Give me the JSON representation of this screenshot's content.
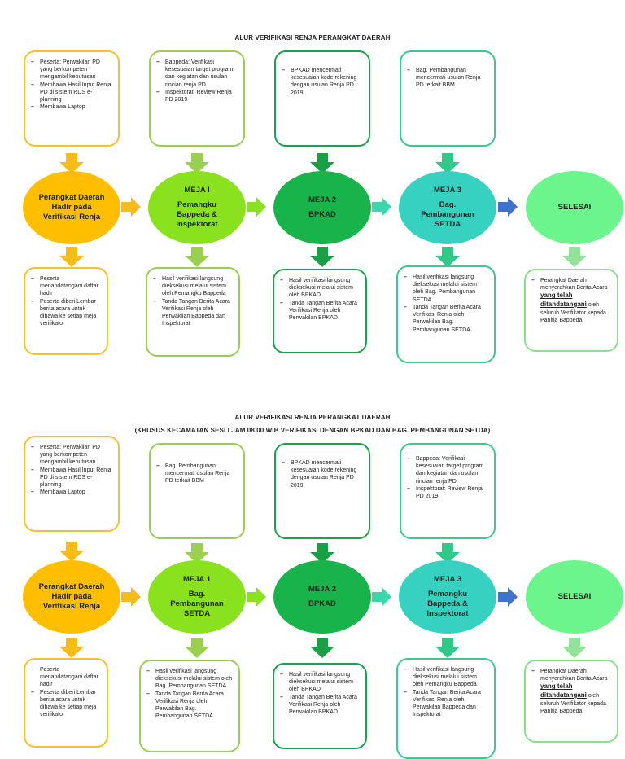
{
  "diagrams": [
    {
      "title": "ALUR VERIFIKASI RENJA PERANGKAT DAERAH",
      "subtitle": "",
      "columns": [
        {
          "top": [
            "Peserta: Perwakilan PD yang berkompeten mengambil keputusan",
            "Membawa Hasil Input Renja PD di sistem RDS e-planning",
            "Membawa Laptop"
          ],
          "head": "",
          "body": "Perangkat Daerah Hadir pada Verifikasi Renja",
          "bottom": [
            "Peserta menandatangani daftar hadir",
            "Peserta diberi Lembar berita acara untuk dibawa ke setiap meja verifikator"
          ]
        },
        {
          "top": [
            "Bappeda: Verifikasi kesesuaian target program dan kegiatan dan usulan rincian renja PD",
            "Inspektorat: Review Renja PD 2019"
          ],
          "head": "MEJA I",
          "body": "Pemangku Bappeda & Inspektorat",
          "bottom": [
            "Hasil verifikasi langsung dieksekusi melalui sistem oleh Pemangku Bappeda",
            "Tanda Tangan Berita Acara Verifikasi Renja oleh Perwakilan Bappeda dan Inspektorat"
          ]
        },
        {
          "top": [
            "BPKAD mencermati kesesuaian kode rekening dengan usulan Renja PD 2019"
          ],
          "head": "MEJA 2",
          "body": "BPKAD",
          "bottom": [
            "Hasil verifikasi langsung dieksekusi melalui sistem oleh BPKAD",
            "Tanda Tangan Berita Acara Verifikasi Renja oleh Perwakilan BPKAD"
          ]
        },
        {
          "top": [
            "Bag. Pembangunan mencermati usulan Renja PD terkait BBM"
          ],
          "head": "MEJA 3",
          "body": "Bag. Pembangunan SETDA",
          "bottom": [
            "Hasil verifikasi langsung dieksekusi melalui sistem oleh Bag. Pembangunan SETDA",
            "Tanda Tangan Berita Acara Verifikasi Renja oleh Perwakilan Bag. Pembangunan SETDA"
          ]
        },
        {
          "head": "",
          "body": "SELESAI",
          "bottom_pre": "Perangkat Daerah menyerahkan Berita Acara",
          "bottom_em": "yang telah ditandatangani",
          "bottom_post": "oleh seluruh Verifikator kepada Panitia Bappeda"
        }
      ]
    },
    {
      "title": "ALUR VERIFIKASI RENJA PERANGKAT DAERAH",
      "subtitle": "(KHUSUS KECAMATAN SESI I JAM 08.00 WIB VERIFIKASI DENGAN BPKAD DAN BAG. PEMBANGUNAN SETDA)",
      "columns": [
        {
          "top": [
            "Peserta: Perwakilan PD yang berkompeten mengambil keputusan",
            "Membawa Hasil Input Renja PD di sistem RDS e-planning",
            "Membawa Laptop"
          ],
          "head": "",
          "body": "Perangkat Daerah Hadir pada Verifikasi Renja",
          "bottom": [
            "Peserta menandatangani daftar hadir",
            "Peserta diberi Lembar berita acara untuk dibawa ke setiap meja verifikator"
          ]
        },
        {
          "top": [
            "Bag. Pembangunan mencermati usulan Renja PD terkait BBM"
          ],
          "head": "MEJA 1",
          "body": "Bag. Pembangunan SETDA",
          "bottom": [
            "Hasil verifikasi langsung dieksekusi melalui sistem oleh Bag. Pembangunan SETDA",
            "Tanda Tangan Berita Acara Verifikasi Renja oleh Perwakilan Bag. Pembangunan SETDA"
          ]
        },
        {
          "top": [
            "BPKAD mencermati kesesuaian kode rekening dengan usulan Renja PD 2019"
          ],
          "head": "MEJA 2",
          "body": "BPKAD",
          "bottom": [
            "Hasil verifikasi langsung dieksekusi melalui sistem oleh BPKAD",
            "Tanda Tangan Berita Acara Verifikasi Renja oleh Perwakilan BPKAD"
          ]
        },
        {
          "top": [
            "Bappeda: Verifikasi kesesuaian target program dan kegiatan dan usulan rincian renja PD",
            "Inspektorat: Review Renja PD 2019"
          ],
          "head": "MEJA 3",
          "body": "Pemangku Bappeda & Inspektorat",
          "bottom": [
            "Hasil verifikasi langsung dieksekusi melalui sistem oleh Pemangku Bappeda",
            "Tanda Tangan Berita Acara Verifikasi Renja oleh Perwakilan Bappeda dan Inspektorat"
          ]
        },
        {
          "head": "",
          "body": "SELESAI",
          "bottom_pre": "Perangkat Daerah menyerahkan Berita Acara",
          "bottom_em": "yang telah ditandatangani",
          "bottom_post": "oleh seluruh Verifikator kepada Panitia Bappeda"
        }
      ]
    }
  ],
  "colors": {
    "yellow": "#ffbf00",
    "light_green": "#8ae21f",
    "dark_green": "#18b34a",
    "teal": "#36d1c0",
    "mint": "#6cf58c",
    "blue_arrow": "#3f72c9",
    "arrow_yellow": "#f6bd19",
    "arrow_light_green": "#9acf52",
    "arrow_dark_green": "#1a9f45",
    "arrow_teal": "#2fc98a",
    "arrow_mint": "#93e29a"
  }
}
